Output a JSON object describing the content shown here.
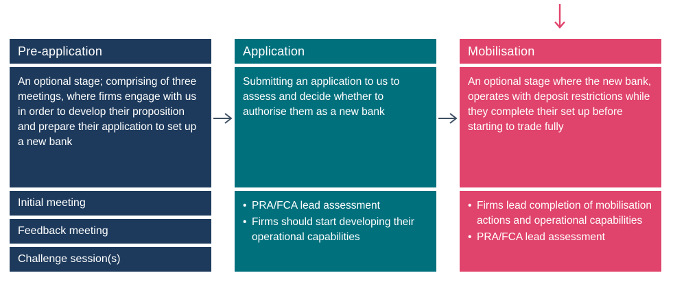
{
  "stages": [
    {
      "title": "Pre-application",
      "description": "An optional stage; comprising of three meetings, where firms engage with us in order to develop their proposition and prepare their application to set up a new bank",
      "meetings": [
        "Initial meeting",
        "Feedback meeting",
        "Challenge session(s)"
      ],
      "color": "#1d3a5c"
    },
    {
      "title": "Application",
      "description": "Submitting an application to us to assess and decide whether to authorise them as a new bank",
      "bullets": [
        "PRA/FCA lead assessment",
        "Firms should start developing their operational capabilities"
      ],
      "color": "#00707d"
    },
    {
      "title": "Mobilisation",
      "description": "An optional stage where the new bank, operates with deposit restrictions while they complete their set up before starting to trade fully",
      "bullets": [
        "Firms lead completion of mobilisation actions and operational capabilities",
        "PRA/FCA lead assessment"
      ],
      "color": "#e0436b"
    }
  ],
  "glyphs": {
    "bullet": "•"
  },
  "icons": {
    "right_arrow": "right-arrow between stages",
    "down_arrow": "down-arrow pointing to Mobilisation stage"
  },
  "colors": {
    "navy": "#1d3a5c",
    "teal": "#00707d",
    "pink": "#e0436b",
    "flow_arrow": "#3d4f63",
    "text": "#ffffff",
    "background": "#ffffff"
  }
}
